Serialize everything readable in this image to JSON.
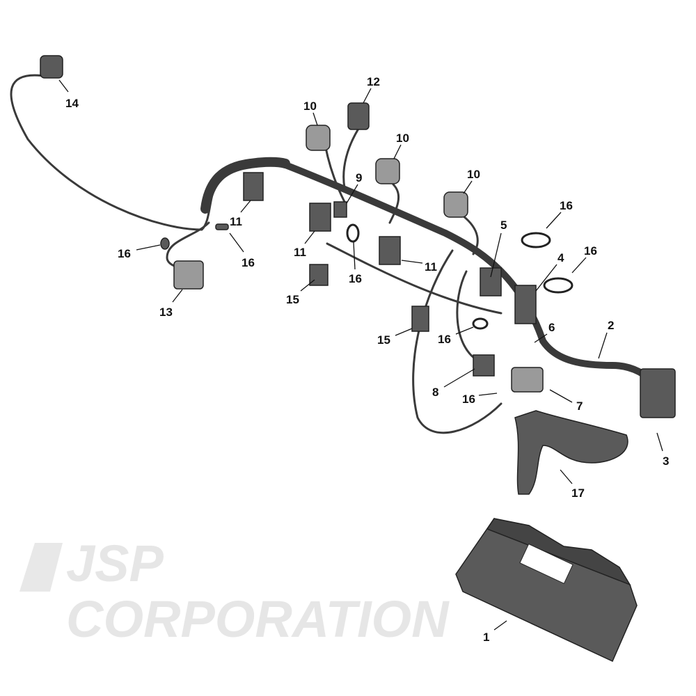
{
  "watermark": {
    "text": "JSP CORPORATION"
  },
  "callouts": [
    {
      "id": "14",
      "label": "14"
    },
    {
      "id": "12",
      "label": "12"
    },
    {
      "id": "10a",
      "label": "10"
    },
    {
      "id": "10b",
      "label": "10"
    },
    {
      "id": "10c",
      "label": "10"
    },
    {
      "id": "9",
      "label": "9"
    },
    {
      "id": "11a",
      "label": "11"
    },
    {
      "id": "11b",
      "label": "11"
    },
    {
      "id": "11c",
      "label": "11"
    },
    {
      "id": "16a",
      "label": "16"
    },
    {
      "id": "16b",
      "label": "16"
    },
    {
      "id": "16c",
      "label": "16"
    },
    {
      "id": "15a",
      "label": "15"
    },
    {
      "id": "15b",
      "label": "15"
    },
    {
      "id": "16d",
      "label": "16"
    },
    {
      "id": "16e",
      "label": "16"
    },
    {
      "id": "5",
      "label": "5"
    },
    {
      "id": "4",
      "label": "4"
    },
    {
      "id": "13",
      "label": "13"
    },
    {
      "id": "16f",
      "label": "16"
    },
    {
      "id": "6",
      "label": "6"
    },
    {
      "id": "2",
      "label": "2"
    },
    {
      "id": "8",
      "label": "8"
    },
    {
      "id": "16g",
      "label": "16"
    },
    {
      "id": "7",
      "label": "7"
    },
    {
      "id": "3",
      "label": "3"
    },
    {
      "id": "17",
      "label": "17"
    },
    {
      "id": "1",
      "label": "1"
    }
  ]
}
